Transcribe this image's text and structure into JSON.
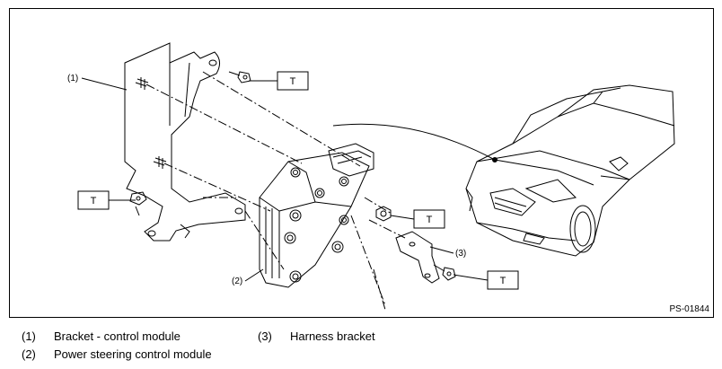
{
  "diagram": {
    "callouts": [
      "(1)",
      "(2)",
      "(3)"
    ],
    "torque_label": "T",
    "figure_code": "PS-01844"
  },
  "legend": [
    {
      "num": "(1)",
      "text": "Bracket - control module"
    },
    {
      "num": "(2)",
      "text": "Power steering control module"
    },
    {
      "num": "(3)",
      "text": "Harness bracket"
    }
  ]
}
